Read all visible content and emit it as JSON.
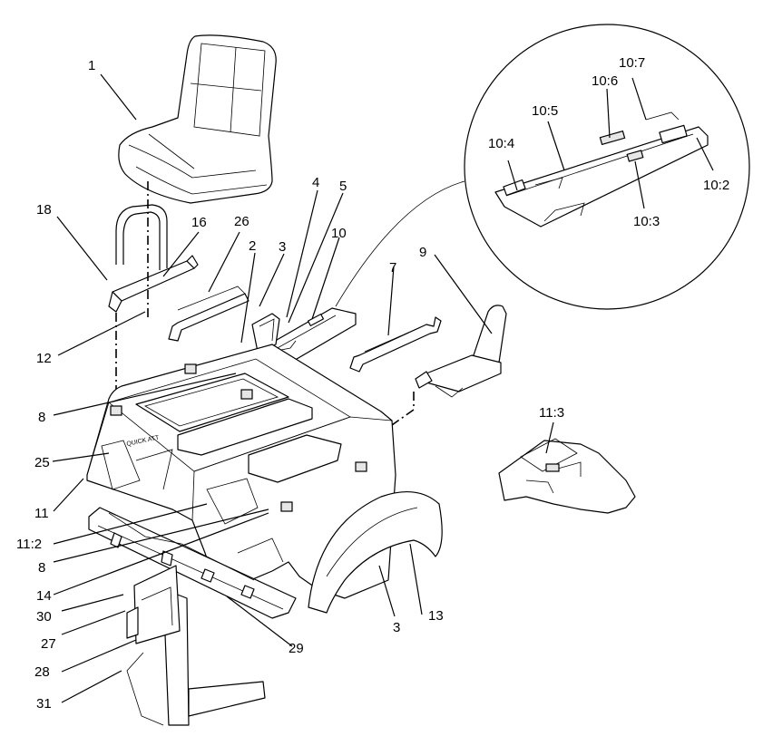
{
  "diagram": {
    "decal_text": "QUICK ATT",
    "labels": {
      "1": "1",
      "2": "2",
      "3": "3",
      "3b": "3",
      "4": "4",
      "5": "5",
      "7": "7",
      "8": "8",
      "8b": "8",
      "9": "9",
      "10": "10",
      "10_2": "10:2",
      "10_3": "10:3",
      "10_4": "10:4",
      "10_5": "10:5",
      "10_6": "10:6",
      "10_7": "10:7",
      "11": "11",
      "11_2": "11:2",
      "11_3": "11:3",
      "12": "12",
      "13": "13",
      "14": "14",
      "16": "16",
      "18": "18",
      "25": "25",
      "26": "26",
      "27": "27",
      "28": "28",
      "29": "29",
      "30": "30",
      "31": "31"
    }
  }
}
